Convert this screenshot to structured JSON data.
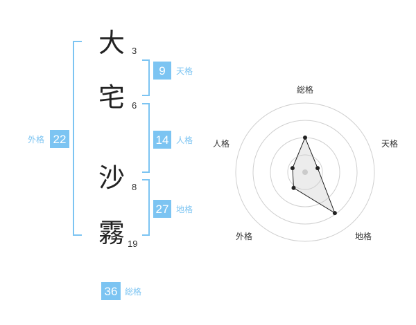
{
  "characters": [
    {
      "char": "大",
      "strokes": "3"
    },
    {
      "char": "宅",
      "strokes": "6"
    },
    {
      "char": "沙",
      "strokes": "8"
    },
    {
      "char": "霧",
      "strokes": "19"
    }
  ],
  "kaku": {
    "tenkaku": {
      "value": "9",
      "label": "天格"
    },
    "jinkaku": {
      "value": "14",
      "label": "人格"
    },
    "chikaku": {
      "value": "27",
      "label": "地格"
    },
    "gaikaku": {
      "value": "22",
      "label": "外格"
    },
    "soukaku": {
      "value": "36",
      "label": "総格"
    }
  },
  "colors": {
    "accent": "#7cc4f2",
    "bracket": "#7cc4f2",
    "text": "#222222"
  },
  "radar": {
    "labels": {
      "top": "総格",
      "right": "天格",
      "bottomright": "地格",
      "bottomleft": "外格",
      "left": "人格"
    },
    "scores": {
      "soukaku": 0.5,
      "tenkaku": 0.19,
      "chikaku": 0.73,
      "gaikaku": 0.28,
      "jinkaku": 0.19
    }
  }
}
